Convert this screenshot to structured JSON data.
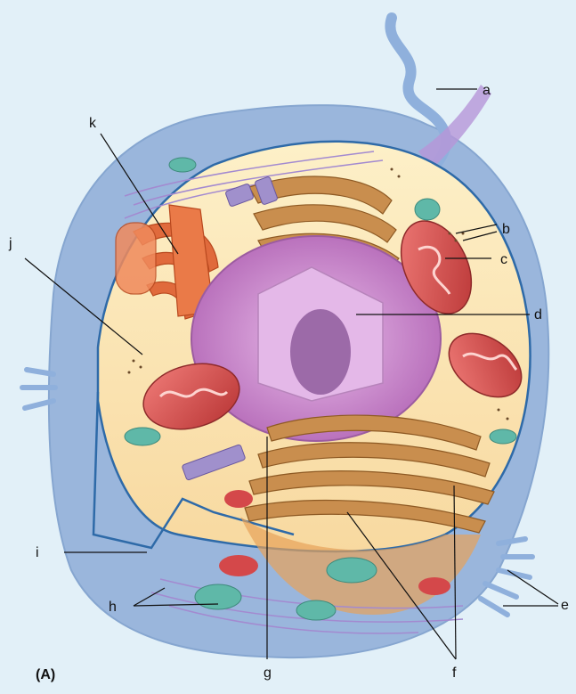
{
  "panel_label": "(A)",
  "labels": {
    "a": "a",
    "b": "b",
    "c": "c",
    "d": "d",
    "e": "e",
    "f": "f",
    "g": "g",
    "h": "h",
    "i": "i",
    "j": "j",
    "k": "k"
  },
  "colors": {
    "background": "#e2f0f8",
    "outer_cell": "#9ab6dc",
    "cytoplasm": "#fbe6b0",
    "membrane": "#2e6aa8",
    "nucleus": "#c27cc4",
    "nucleoplasm": "#e4b8e8",
    "nucleolus": "#9c6aa8",
    "er": "#c98e4e",
    "golgi": "#e06a3c",
    "mitochondrion": "#d94a4a",
    "vesicle": "#5fb8a8"
  }
}
